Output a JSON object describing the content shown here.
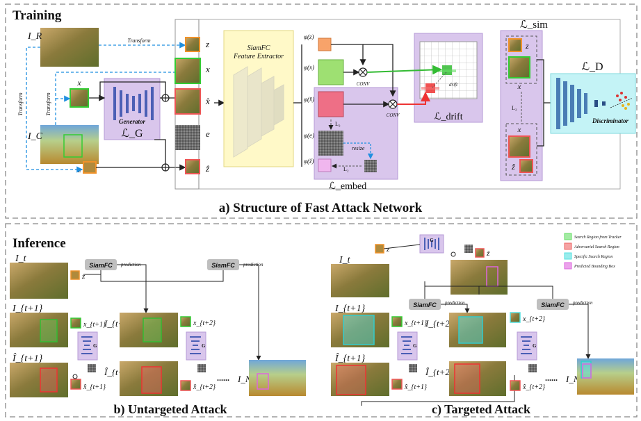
{
  "training": {
    "section_title": "Training",
    "caption": "a) Structure of Fast Attack Network",
    "I_R": "I_R",
    "I_C": "I_C",
    "transform_h": "Transform",
    "transform_v1": "Transform",
    "transform_v2": "Transform",
    "x_label": "x",
    "z_label": "z",
    "generator_label": "Generator",
    "loss_G": "ℒ_G",
    "stack_labels": [
      "z",
      "x",
      "x̂",
      "e",
      "ẑ"
    ],
    "feature_extractor_1": "SiamFC",
    "feature_extractor_2": "Feature Extractor",
    "phi_labels": [
      "φ(z)",
      "φ(x)",
      "φ(x̂)",
      "φ(e)",
      "φ(ẑ)"
    ],
    "conv_labels": [
      "CONV",
      "CONV"
    ],
    "L2_labels": [
      "L₂",
      "L₂"
    ],
    "resize": "resize",
    "loss_embed": "ℒ_embed",
    "loss_drift": "ℒ_drift",
    "drift": "drift",
    "loss_sim": "ℒ_sim",
    "sim_labels": [
      "z",
      "x",
      "x",
      "ẑ"
    ],
    "L2_sim": "L₂",
    "loss_D": "ℒ_D",
    "discriminator": "Discriminator"
  },
  "inference": {
    "section_title": "Inference",
    "untargeted_caption": "b) Untargeted Attack",
    "targeted_caption": "c) Targeted Attack",
    "siamfc": "SiamFC",
    "prediction": "prediction",
    "G": "G",
    "dots": "......",
    "frame_labels": [
      "I_t",
      "I_{t+1}",
      "Î_{t+1}",
      "I_{t+2}",
      "Î_{t+2}",
      "I_N"
    ],
    "patch_labels": [
      "z",
      "x_{t+1}",
      "x̂_{t+1}",
      "x_{t+2}",
      "x̂_{t+2}",
      "ẑ"
    ]
  },
  "legend": [
    {
      "label": "Search Region from Tracker",
      "color": "#66dd66"
    },
    {
      "label": "Adversarial Search Region",
      "color": "#ee6666"
    },
    {
      "label": "Specific Search Region",
      "color": "#55e0e0"
    },
    {
      "label": "Predicted Bounding Box",
      "color": "#dd66dd"
    }
  ],
  "colors": {
    "purple_panel": "#d9c6ec",
    "yellow_panel": "#fff9c8",
    "cyan_panel": "#c4f3f6",
    "blue_arrow": "#1f8fe0",
    "generator_bar": "#4b5fb5"
  }
}
